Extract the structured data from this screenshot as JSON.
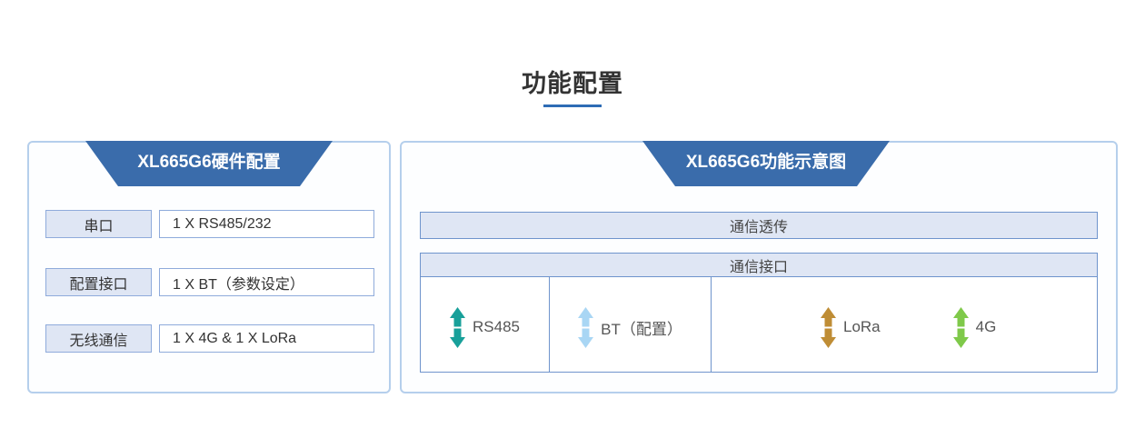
{
  "page": {
    "title": "功能配置",
    "accent_color": "#2e6cb5",
    "banner_color": "#3a6cab"
  },
  "hardware_panel": {
    "title": "XL665G6硬件配置",
    "rows": [
      {
        "label": "串口",
        "value": "1 X RS485/232"
      },
      {
        "label": "配置接口",
        "value": "1 X BT（参数设定）"
      },
      {
        "label": "无线通信",
        "value": "1 X 4G & 1 X LoRa"
      }
    ]
  },
  "function_panel": {
    "title": "XL665G6功能示意图",
    "top_bar": "通信透传",
    "section_header": "通信接口",
    "interfaces": [
      {
        "label": "RS485",
        "arrow_color": "#18a09a",
        "arrow_icon": "double-vertical-arrow"
      },
      {
        "label": "BT（配置）",
        "arrow_color": "#a9d6f4",
        "arrow_icon": "double-vertical-arrow"
      },
      {
        "label": "LoRa",
        "arrow_color": "#bf8d35",
        "arrow_icon": "double-vertical-arrow"
      },
      {
        "label": "4G",
        "arrow_color": "#7fc94a",
        "arrow_icon": "double-vertical-arrow"
      }
    ]
  }
}
